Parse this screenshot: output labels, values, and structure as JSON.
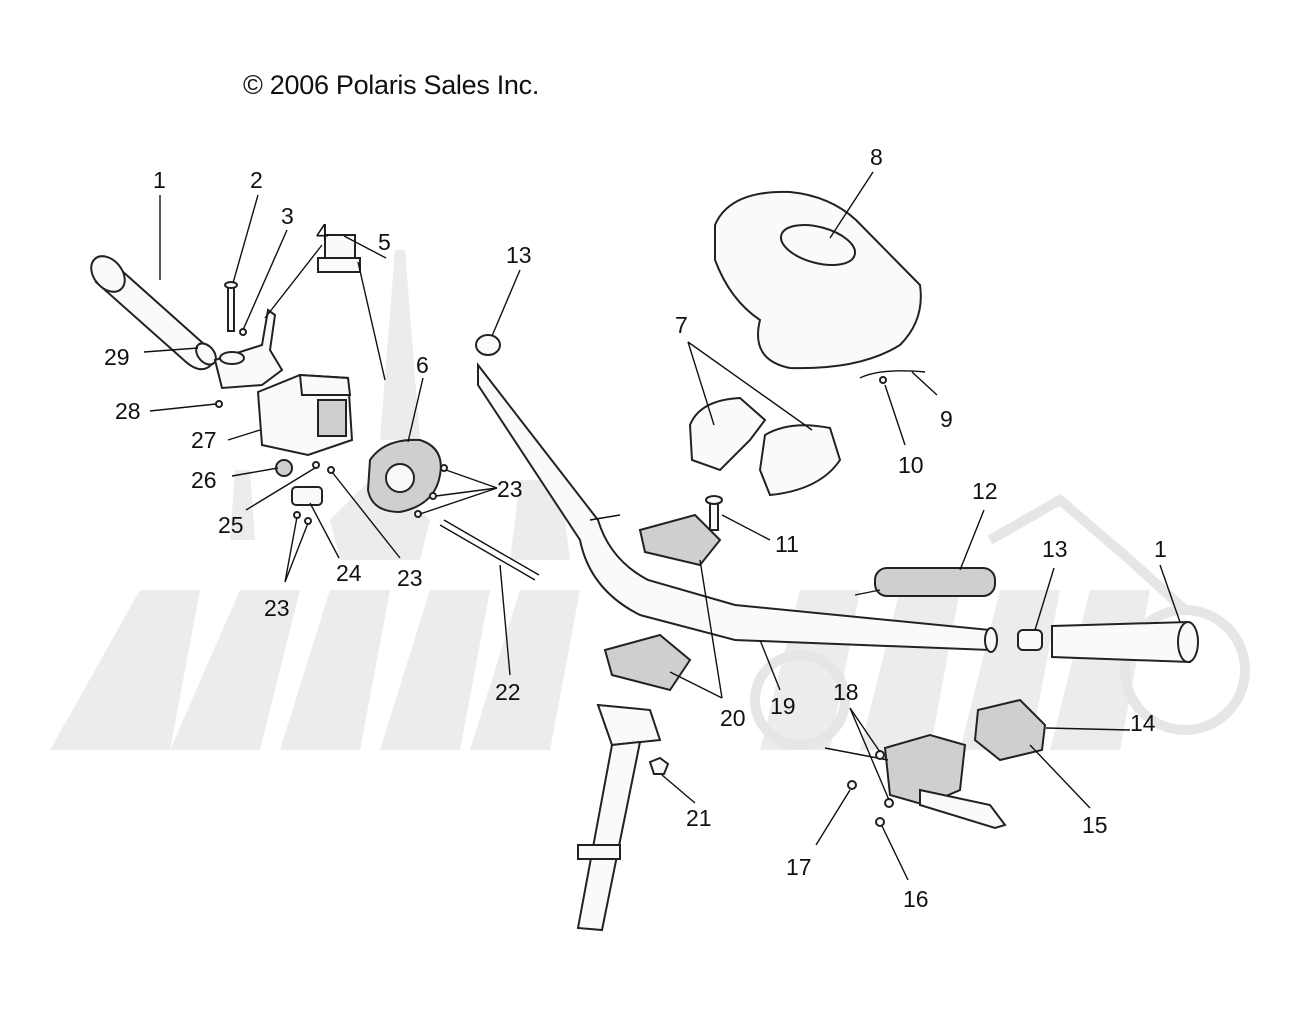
{
  "copyright": "© 2006 Polaris Sales Inc.",
  "callouts": [
    {
      "id": "c1a",
      "label": "1"
    },
    {
      "id": "c2",
      "label": "2"
    },
    {
      "id": "c3",
      "label": "3"
    },
    {
      "id": "c4",
      "label": "4"
    },
    {
      "id": "c5",
      "label": "5"
    },
    {
      "id": "c6",
      "label": "6"
    },
    {
      "id": "c7",
      "label": "7"
    },
    {
      "id": "c8",
      "label": "8"
    },
    {
      "id": "c9",
      "label": "9"
    },
    {
      "id": "c10",
      "label": "10"
    },
    {
      "id": "c11",
      "label": "11"
    },
    {
      "id": "c12",
      "label": "12"
    },
    {
      "id": "c13a",
      "label": "13"
    },
    {
      "id": "c13b",
      "label": "13"
    },
    {
      "id": "c1b",
      "label": "1"
    },
    {
      "id": "c14",
      "label": "14"
    },
    {
      "id": "c15",
      "label": "15"
    },
    {
      "id": "c16",
      "label": "16"
    },
    {
      "id": "c17",
      "label": "17"
    },
    {
      "id": "c18",
      "label": "18"
    },
    {
      "id": "c19",
      "label": "19"
    },
    {
      "id": "c20",
      "label": "20"
    },
    {
      "id": "c21",
      "label": "21"
    },
    {
      "id": "c22",
      "label": "22"
    },
    {
      "id": "c23a",
      "label": "23"
    },
    {
      "id": "c23b",
      "label": "23"
    },
    {
      "id": "c23c",
      "label": "23"
    },
    {
      "id": "c24",
      "label": "24"
    },
    {
      "id": "c25",
      "label": "25"
    },
    {
      "id": "c26",
      "label": "26"
    },
    {
      "id": "c27",
      "label": "27"
    },
    {
      "id": "c28",
      "label": "28"
    },
    {
      "id": "c29",
      "label": "29"
    }
  ]
}
